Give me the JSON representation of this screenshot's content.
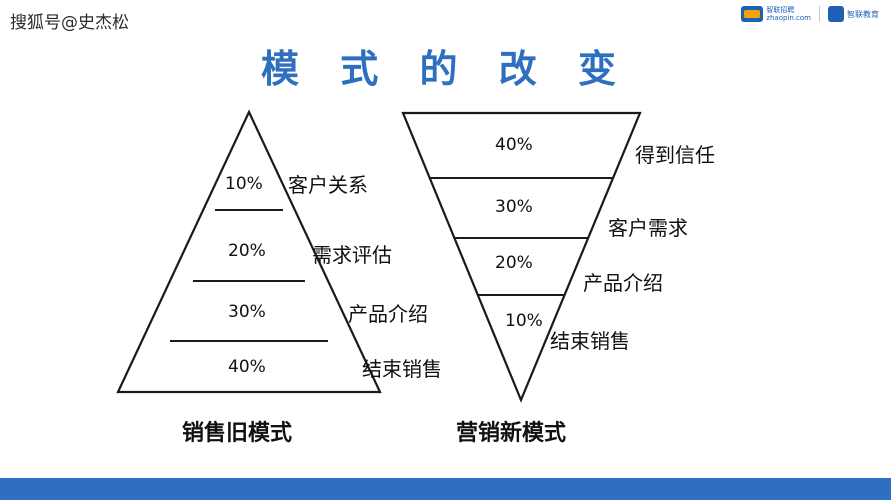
{
  "watermark": "搜狐号@史杰松",
  "logos": [
    {
      "name": "zhaopin-logo",
      "text_top": "智联招聘",
      "text_bottom": "zhaopin.com"
    },
    {
      "name": "zhilian-edu-logo",
      "text": "智联教育"
    }
  ],
  "title": "模 式 的 改 变",
  "diagrams": [
    {
      "id": "old-sales-model",
      "shape": "pyramid",
      "caption": "销售旧模式",
      "segments": [
        {
          "percent": "10%",
          "label": "客户关系"
        },
        {
          "percent": "20%",
          "label": "需求评估"
        },
        {
          "percent": "30%",
          "label": "产品介绍"
        },
        {
          "percent": "40%",
          "label": "结束销售"
        }
      ]
    },
    {
      "id": "new-marketing-model",
      "shape": "inverted-pyramid",
      "caption": "营销新模式",
      "segments": [
        {
          "percent": "40%",
          "label": "得到信任"
        },
        {
          "percent": "30%",
          "label": "客户需求"
        },
        {
          "percent": "20%",
          "label": "产品介绍"
        },
        {
          "percent": "10%",
          "label": "结束销售"
        }
      ]
    }
  ],
  "colors": {
    "title": "#2f6fc0",
    "bottom_bar": "#2f6fc0",
    "outline": "#1a1a1a",
    "text": "#111111"
  }
}
